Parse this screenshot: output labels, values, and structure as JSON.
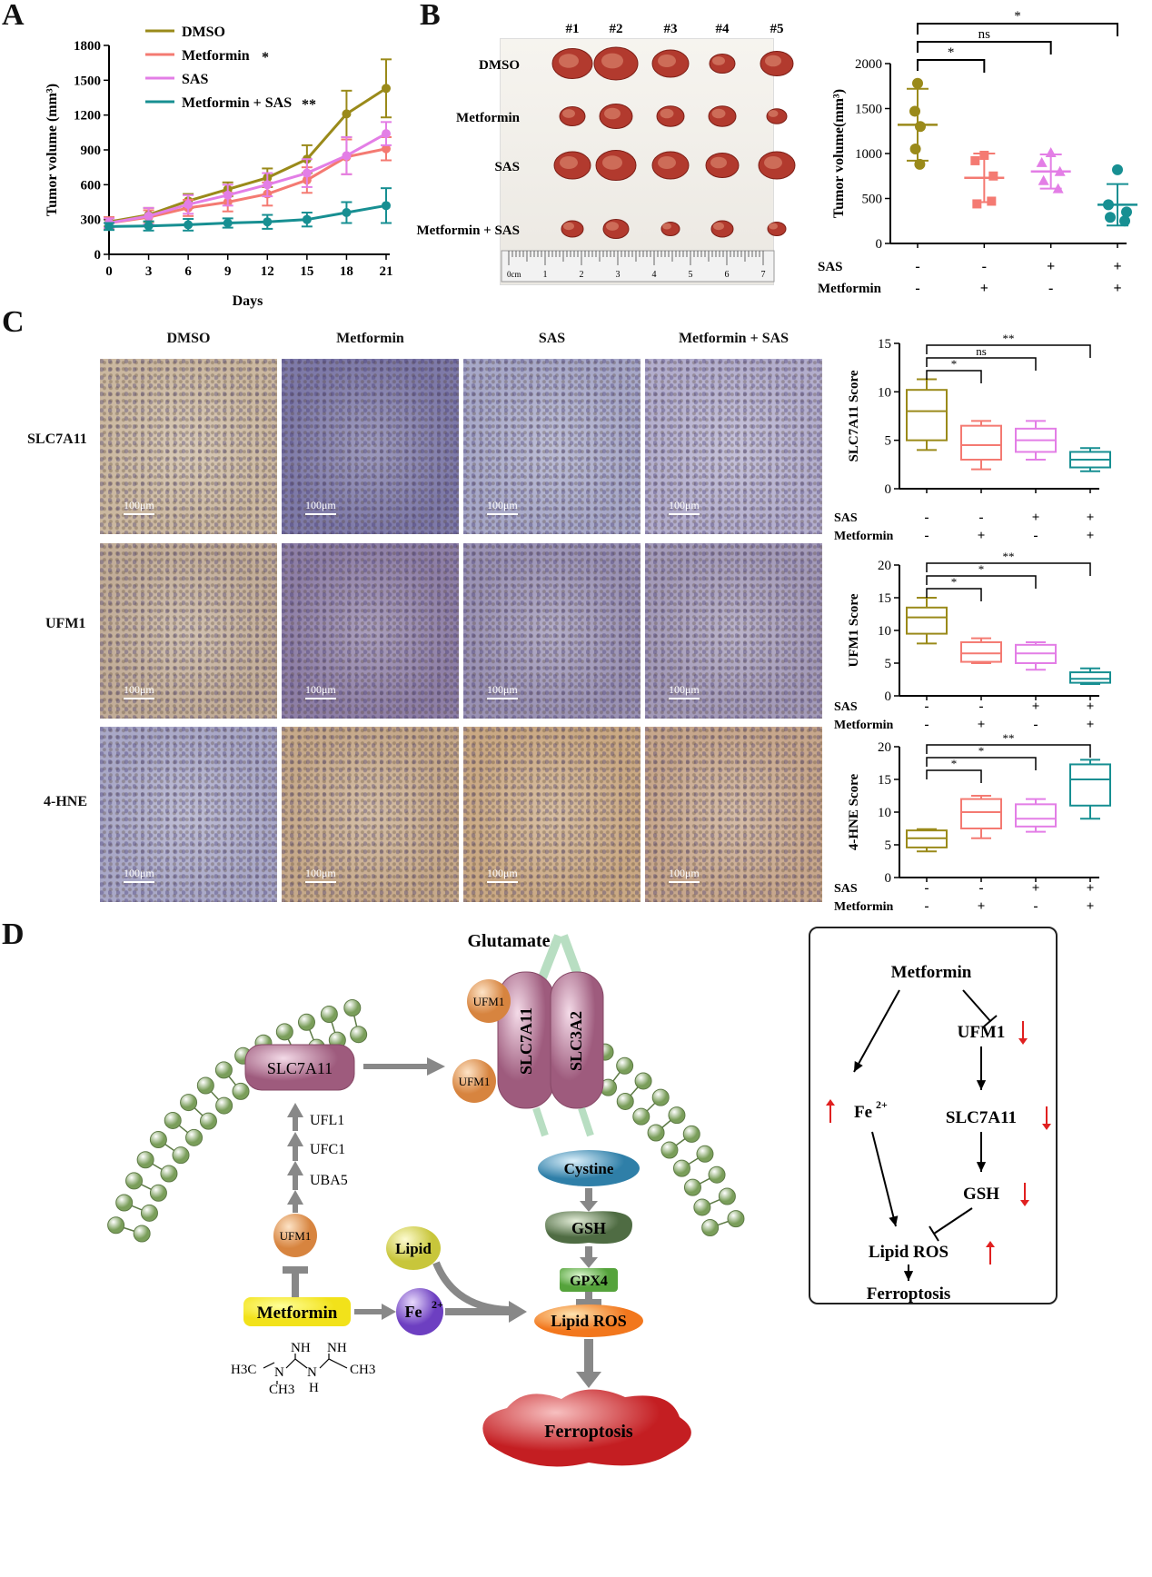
{
  "panels": {
    "A": "A",
    "B": "B",
    "C": "C",
    "D": "D"
  },
  "panelA": {
    "chart_data": {
      "type": "line",
      "xlabel": "Days",
      "ylabel": "Tumor volume (mm³)",
      "x": [
        0,
        3,
        6,
        9,
        12,
        15,
        18,
        21
      ],
      "ylim": [
        0,
        1800
      ],
      "yticks": [
        0,
        300,
        600,
        900,
        1200,
        1500,
        1800
      ],
      "series": [
        {
          "name": "DMSO",
          "sig": "",
          "color": "#9a8a1a",
          "values": [
            280,
            340,
            460,
            560,
            660,
            820,
            1210,
            1430
          ],
          "err": [
            40,
            60,
            60,
            60,
            80,
            120,
            200,
            250
          ]
        },
        {
          "name": "Metformin",
          "sig": "*",
          "color": "#f47a72",
          "values": [
            270,
            320,
            400,
            450,
            520,
            640,
            840,
            910
          ],
          "err": [
            50,
            60,
            70,
            80,
            100,
            110,
            150,
            100
          ]
        },
        {
          "name": "SAS",
          "sig": "",
          "color": "#e37ee6",
          "values": [
            270,
            330,
            430,
            510,
            600,
            700,
            850,
            1040
          ],
          "err": [
            40,
            70,
            80,
            90,
            100,
            120,
            160,
            100
          ]
        },
        {
          "name": "Metformin + SAS",
          "sig": "**",
          "color": "#178f92",
          "values": [
            240,
            245,
            255,
            270,
            280,
            300,
            360,
            420
          ],
          "err": [
            30,
            40,
            50,
            40,
            60,
            60,
            90,
            150
          ]
        }
      ]
    }
  },
  "panelB": {
    "photo": {
      "columns": [
        "#1",
        "#2",
        "#3",
        "#4",
        "#5"
      ],
      "rows": [
        "DMSO",
        "Metformin",
        "SAS",
        "Metformin + SAS"
      ],
      "ruler_unit": "0cm",
      "ruler_ticks": [
        "1",
        "2",
        "3",
        "4",
        "5",
        "6",
        "7"
      ]
    },
    "chart_data": {
      "type": "scatter",
      "ylabel": "Tumor  volume(mm³)",
      "ylim": [
        0,
        2000
      ],
      "yticks": [
        0,
        500,
        1000,
        1500,
        2000
      ],
      "groups": [
        {
          "SAS": "-",
          "Metformin": "-",
          "color": "#9a8a1a",
          "mean": 1320,
          "sd": 400,
          "points": [
            1780,
            1470,
            1300,
            1050,
            880
          ]
        },
        {
          "SAS": "-",
          "Metformin": "+",
          "color": "#f47a72",
          "mean": 730,
          "sd": 270,
          "points": [
            980,
            920,
            750,
            440,
            470
          ]
        },
        {
          "SAS": "+",
          "Metformin": "-",
          "color": "#e37ee6",
          "mean": 800,
          "sd": 190,
          "points": [
            1010,
            900,
            800,
            700,
            610
          ]
        },
        {
          "SAS": "+",
          "Metformin": "+",
          "color": "#178f92",
          "mean": 430,
          "sd": 230,
          "points": [
            820,
            430,
            350,
            290,
            250
          ]
        }
      ],
      "row_labels": [
        "SAS",
        "Metformin"
      ],
      "significance": [
        {
          "from": 0,
          "to": 1,
          "label": "*"
        },
        {
          "from": 0,
          "to": 2,
          "label": "ns"
        },
        {
          "from": 0,
          "to": 3,
          "label": "*"
        }
      ]
    }
  },
  "panelC": {
    "columns": [
      "DMSO",
      "Metformin",
      "SAS",
      "Metformin + SAS"
    ],
    "rows": [
      "SLC7A11",
      "UFM1",
      "4-HNE"
    ],
    "scale_label": "100μm",
    "charts": [
      {
        "chart_data": {
          "type": "box",
          "ylabel": "SLC7A11 Score",
          "ylim": [
            0,
            15
          ],
          "yticks": [
            0,
            5,
            10,
            15
          ],
          "row_labels": [
            "SAS",
            "Metformin"
          ],
          "groups": [
            {
              "SAS": "-",
              "Metformin": "-",
              "color": "#9a8a1a",
              "min": 4,
              "q1": 5,
              "median": 8,
              "q3": 10.2,
              "max": 11.3
            },
            {
              "SAS": "-",
              "Metformin": "+",
              "color": "#f47a72",
              "min": 2,
              "q1": 3,
              "median": 4.5,
              "q3": 6.5,
              "max": 7
            },
            {
              "SAS": "+",
              "Metformin": "-",
              "color": "#e37ee6",
              "min": 3,
              "q1": 3.8,
              "median": 5,
              "q3": 6.2,
              "max": 7
            },
            {
              "SAS": "+",
              "Metformin": "+",
              "color": "#178f92",
              "min": 1.8,
              "q1": 2.2,
              "median": 3,
              "q3": 3.8,
              "max": 4.2
            }
          ],
          "significance": [
            {
              "from": 0,
              "to": 1,
              "label": "*"
            },
            {
              "from": 0,
              "to": 2,
              "label": "ns"
            },
            {
              "from": 0,
              "to": 3,
              "label": "**"
            }
          ]
        }
      },
      {
        "chart_data": {
          "type": "box",
          "ylabel": "UFM1 Score",
          "ylim": [
            0,
            20
          ],
          "yticks": [
            0,
            5,
            10,
            15,
            20
          ],
          "row_labels": [
            "SAS",
            "Metformin"
          ],
          "groups": [
            {
              "SAS": "-",
              "Metformin": "-",
              "color": "#9a8a1a",
              "min": 8,
              "q1": 9.5,
              "median": 12,
              "q3": 13.5,
              "max": 15
            },
            {
              "SAS": "-",
              "Metformin": "+",
              "color": "#f47a72",
              "min": 5,
              "q1": 5.2,
              "median": 6.5,
              "q3": 8.2,
              "max": 8.8
            },
            {
              "SAS": "+",
              "Metformin": "-",
              "color": "#e37ee6",
              "min": 4,
              "q1": 5,
              "median": 6.5,
              "q3": 7.8,
              "max": 8.2
            },
            {
              "SAS": "+",
              "Metformin": "+",
              "color": "#178f92",
              "min": 1.8,
              "q1": 2,
              "median": 2.6,
              "q3": 3.6,
              "max": 4.2
            }
          ],
          "significance": [
            {
              "from": 0,
              "to": 1,
              "label": "*"
            },
            {
              "from": 0,
              "to": 2,
              "label": "*"
            },
            {
              "from": 0,
              "to": 3,
              "label": "**"
            }
          ]
        }
      },
      {
        "chart_data": {
          "type": "box",
          "ylabel": "4-HNE  Score",
          "ylim": [
            0,
            20
          ],
          "yticks": [
            0,
            5,
            10,
            15,
            20
          ],
          "row_labels": [
            "SAS",
            "Metformin"
          ],
          "groups": [
            {
              "SAS": "-",
              "Metformin": "-",
              "color": "#9a8a1a",
              "min": 4,
              "q1": 4.6,
              "median": 6,
              "q3": 7.2,
              "max": 7.4
            },
            {
              "SAS": "-",
              "Metformin": "+",
              "color": "#f47a72",
              "min": 6,
              "q1": 7.5,
              "median": 10,
              "q3": 12,
              "max": 12.5
            },
            {
              "SAS": "+",
              "Metformin": "-",
              "color": "#e37ee6",
              "min": 7,
              "q1": 7.8,
              "median": 9,
              "q3": 11.2,
              "max": 12
            },
            {
              "SAS": "+",
              "Metformin": "+",
              "color": "#178f92",
              "min": 9,
              "q1": 11,
              "median": 15,
              "q3": 17.3,
              "max": 18
            }
          ],
          "significance": [
            {
              "from": 0,
              "to": 1,
              "label": "*"
            },
            {
              "from": 0,
              "to": 2,
              "label": "*"
            },
            {
              "from": 0,
              "to": 3,
              "label": "**"
            }
          ]
        }
      }
    ]
  },
  "panelD": {
    "glutamate": "Glutamate",
    "ufm1": "UFM1",
    "slc7a11": "SLC7A11",
    "slc3a2": "SLC3A2",
    "cystine": "Cystine",
    "gsh": "GSH",
    "gpx4": "GPX4",
    "lipid": "Lipid",
    "lipid_ros": "Lipid ROS",
    "ferroptosis": "Ferroptosis",
    "fe": "Fe",
    "fe_sup": "2+",
    "metformin": "Metformin",
    "ufl1": "UFL1",
    "ufc1": "UFC1",
    "uba5": "UBA5",
    "structure": {
      "nh1": "NH",
      "nh2": "NH",
      "h3c": "H3C",
      "n": "N",
      "ch3a": "CH3",
      "ch3b": "CH3",
      "h": "H",
      "nmid": "N"
    },
    "box": {
      "metformin": "Metformin",
      "ufm1": "UFM1",
      "slc7a11": "SLC7A11",
      "gsh": "GSH",
      "fe": "Fe",
      "fe_sup": "2+",
      "lipid_ros": "Lipid ROS",
      "ferroptosis": "Ferroptosis",
      "arrow_color": "#e02020"
    }
  }
}
